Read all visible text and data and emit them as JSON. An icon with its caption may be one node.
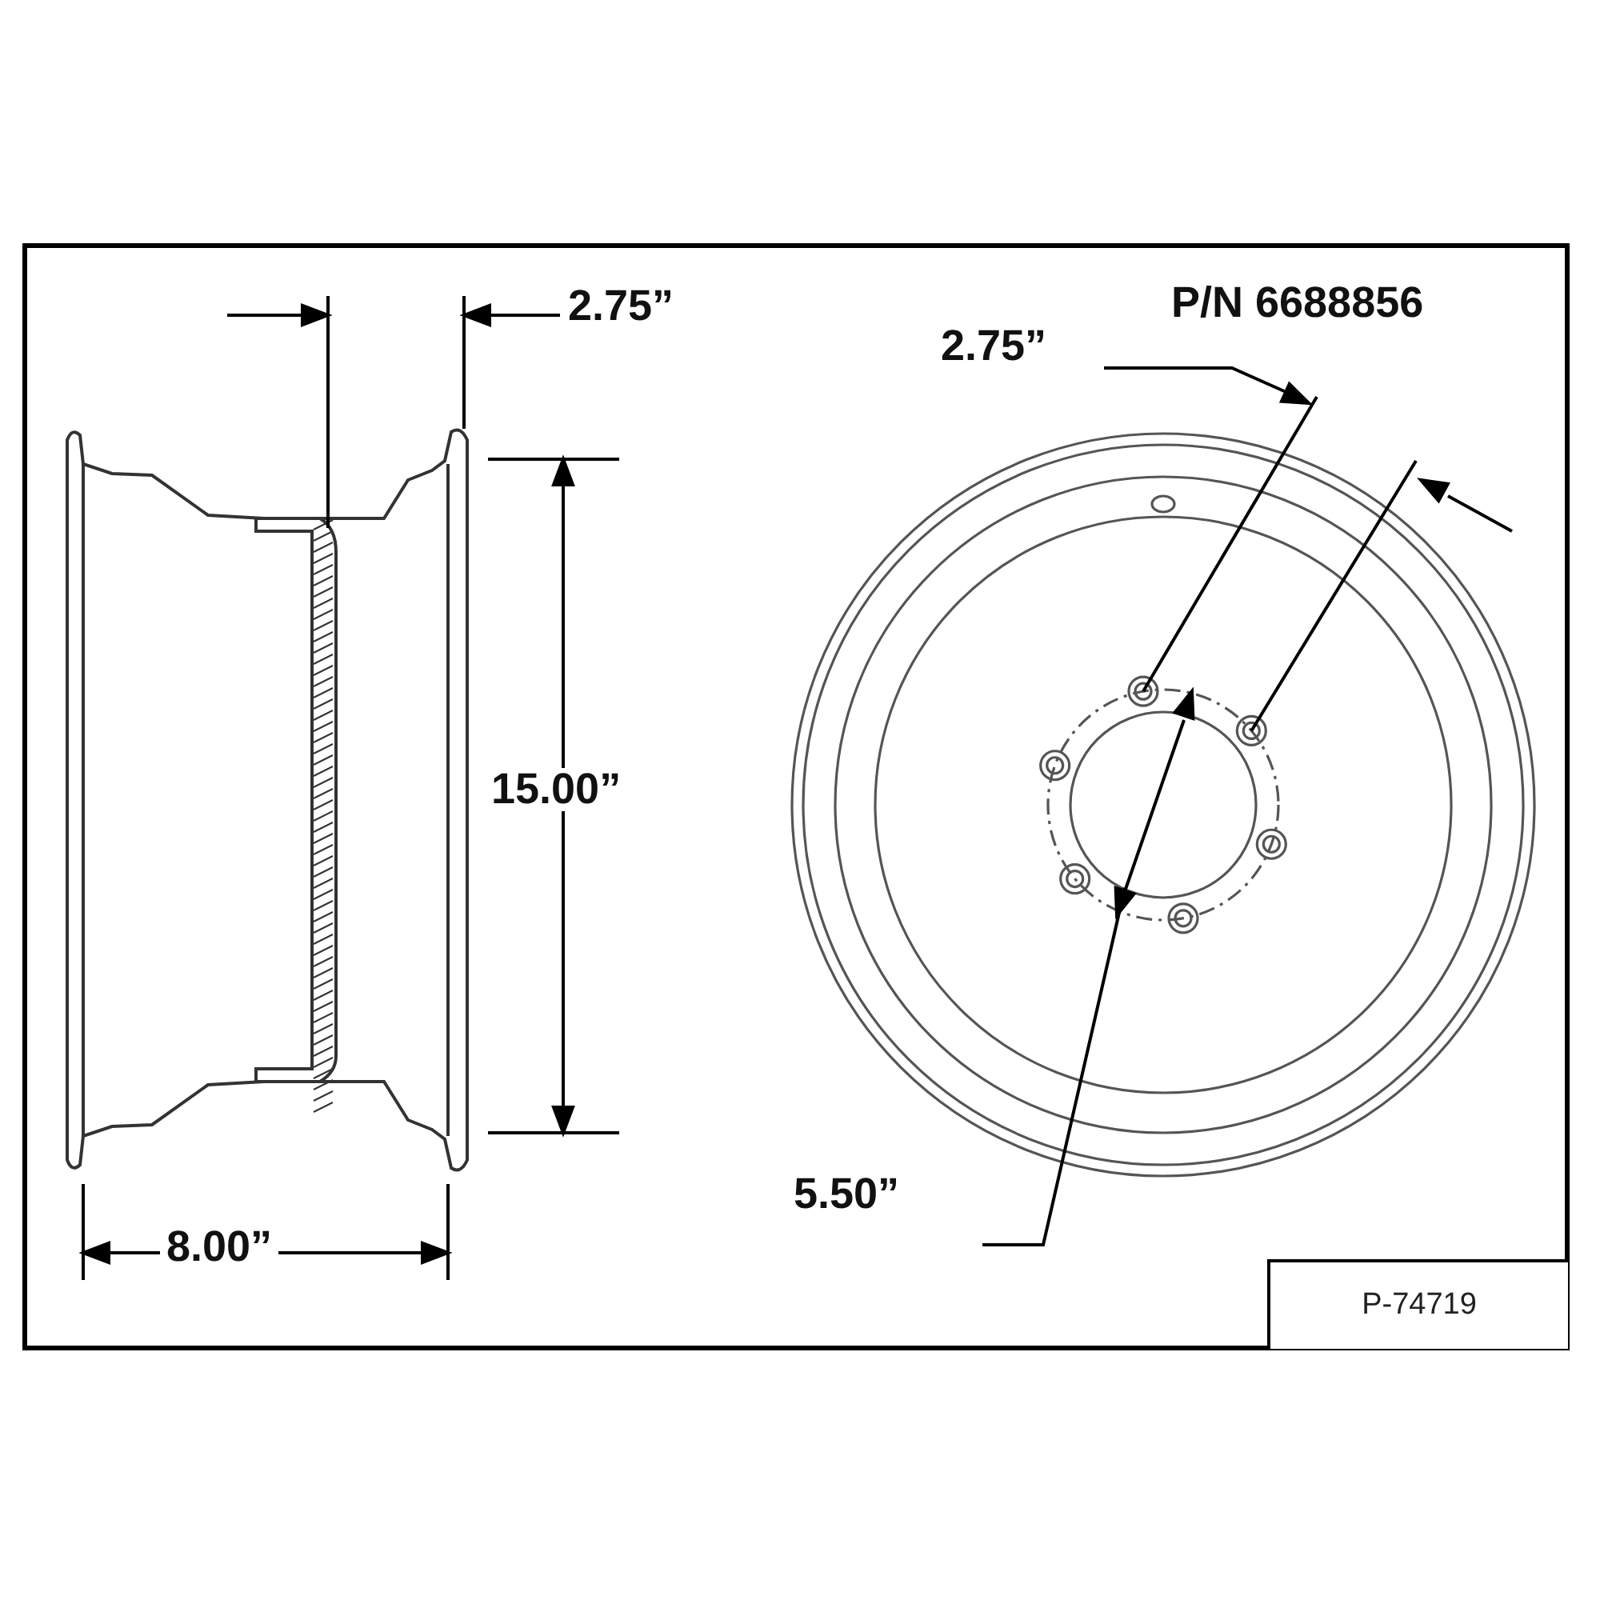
{
  "diagram": {
    "nodes": [
      {
        "text": [
          "P-74719"
        ]
      }
    ],
    "labels": [
      "2.75”",
      "P/N 6688856",
      "2.75”",
      "15.00”",
      "5.50”",
      "8.00”"
    ]
  }
}
